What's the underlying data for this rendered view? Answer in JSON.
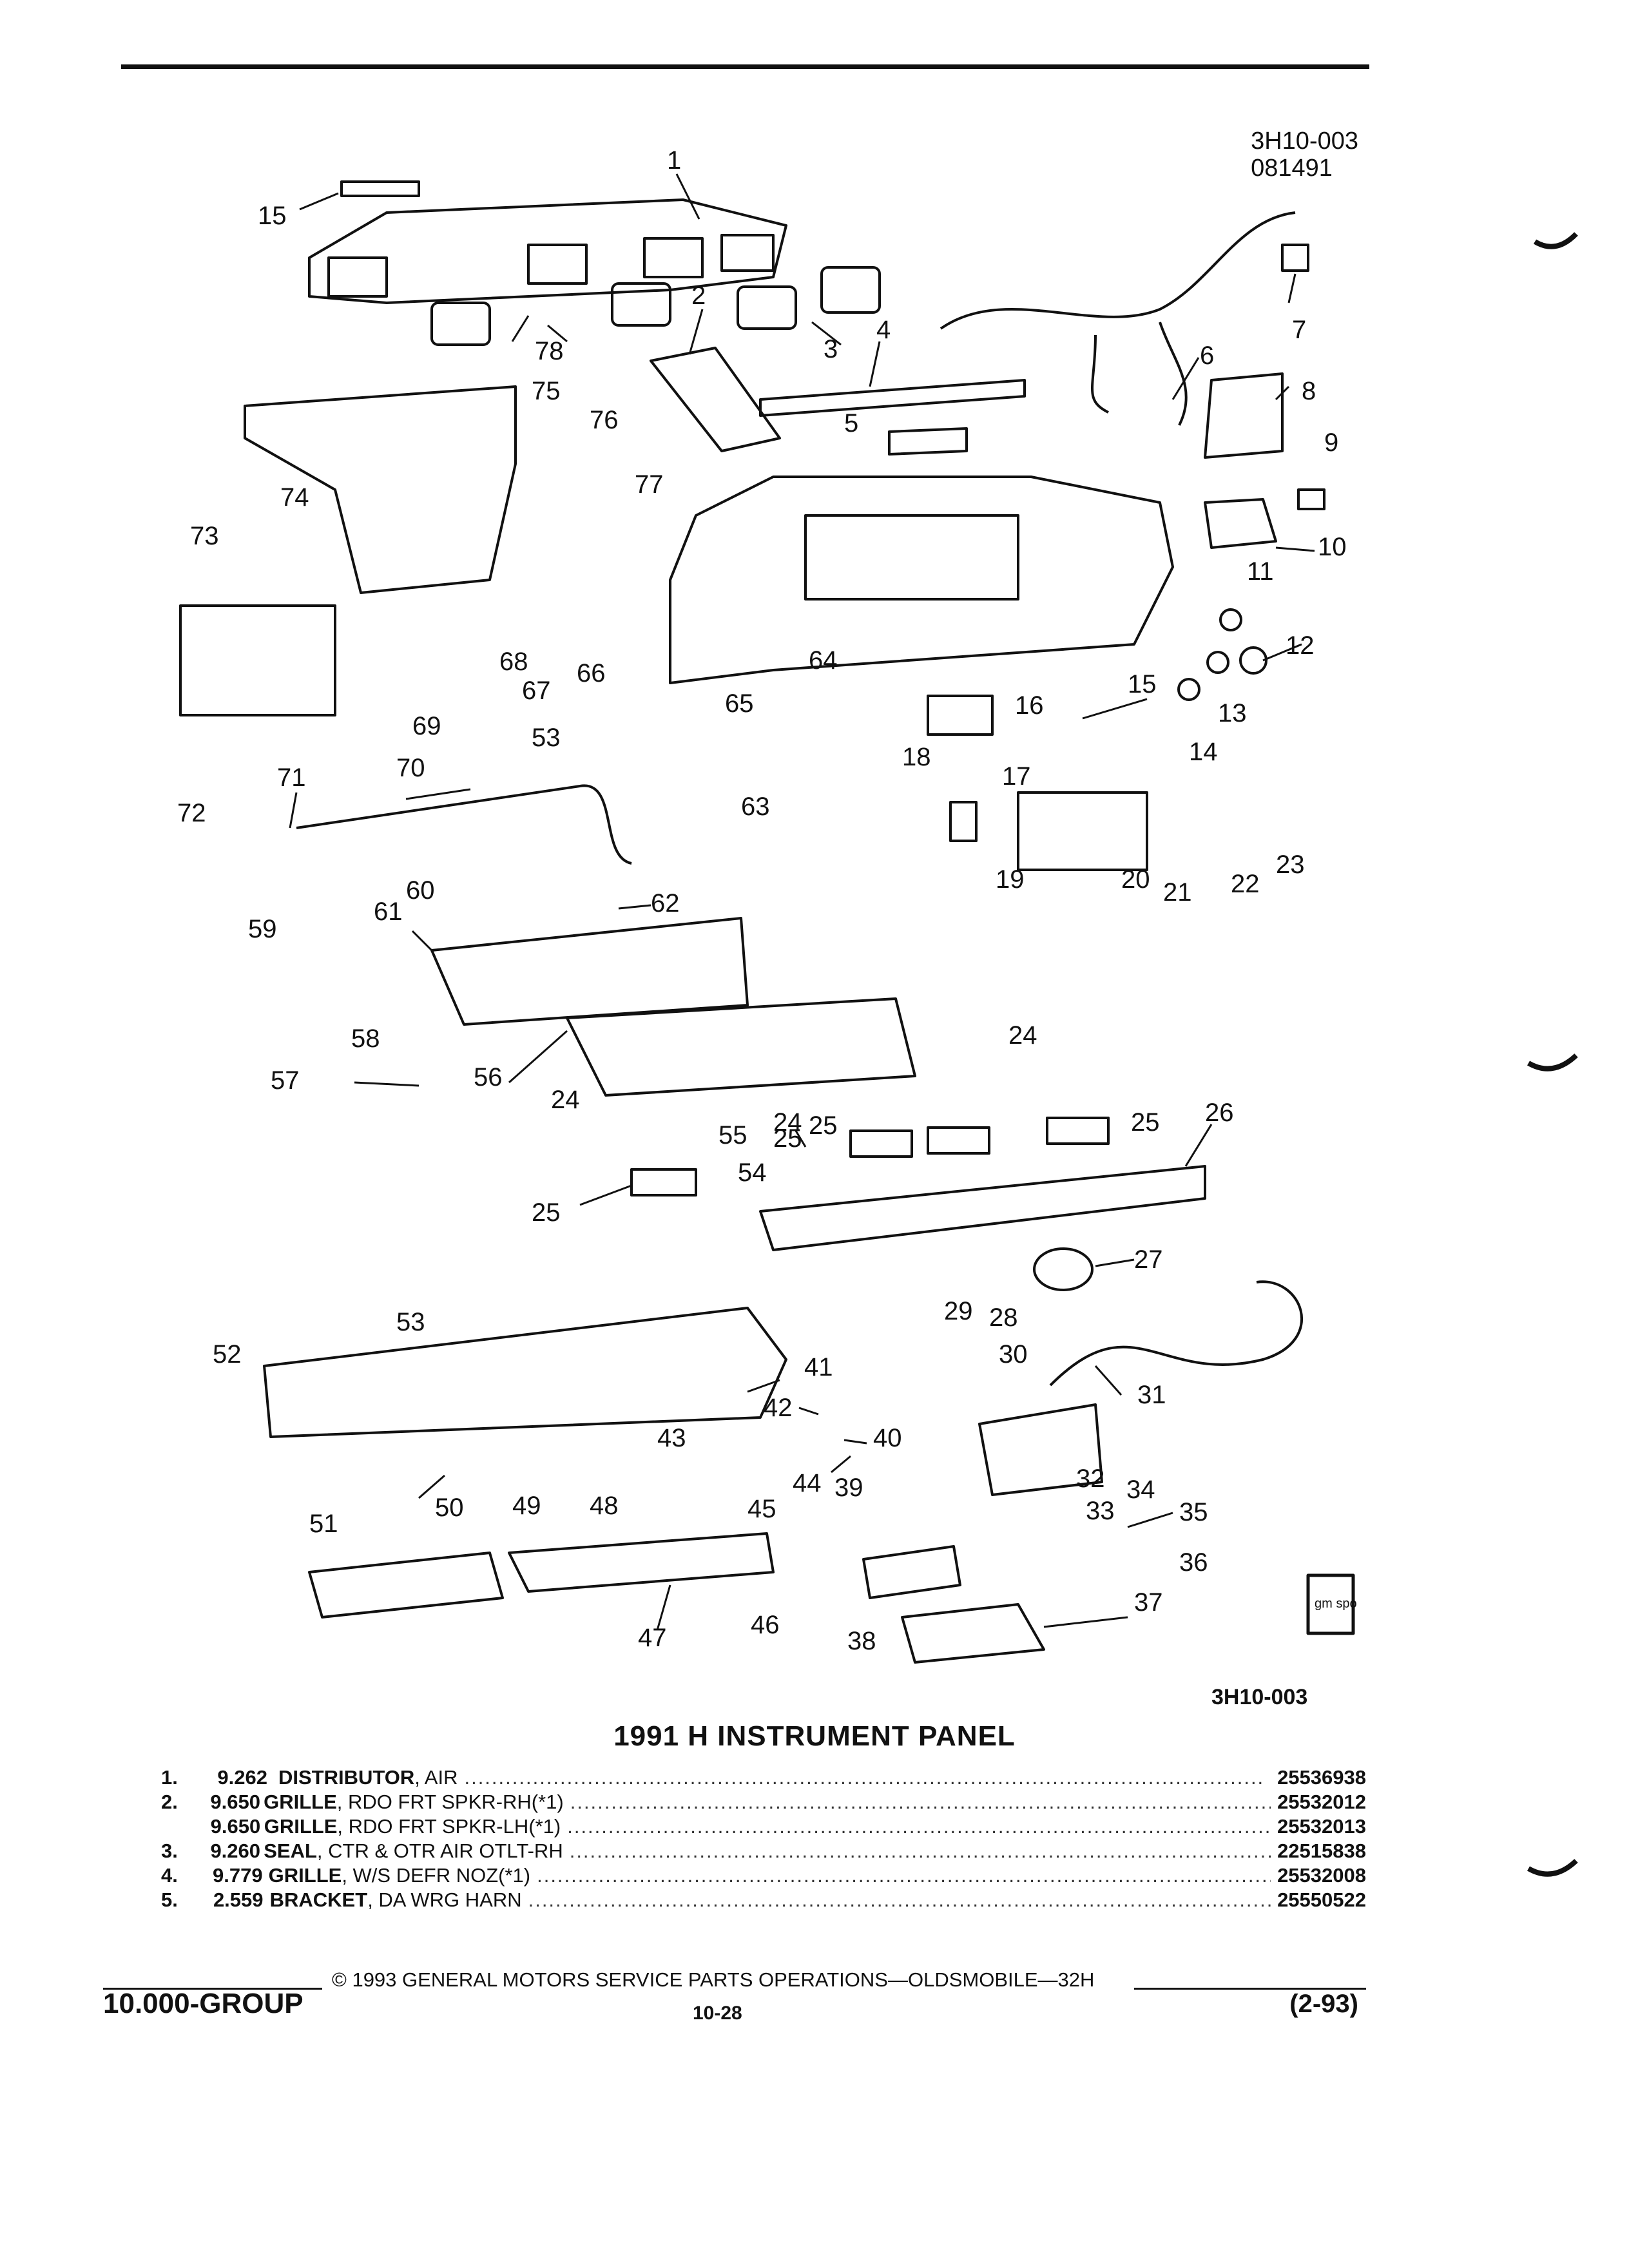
{
  "header": {
    "figure_code": "3H10-003",
    "date_code": "081491"
  },
  "diagram": {
    "callouts": [
      "1",
      "2",
      "3",
      "4",
      "5",
      "6",
      "7",
      "8",
      "9",
      "10",
      "11",
      "12",
      "13",
      "14",
      "15",
      "15",
      "16",
      "17",
      "18",
      "19",
      "20",
      "21",
      "22",
      "23",
      "24",
      "24",
      "24",
      "25",
      "25",
      "25",
      "25",
      "26",
      "27",
      "28",
      "29",
      "30",
      "31",
      "32",
      "33",
      "34",
      "35",
      "36",
      "37",
      "38",
      "39",
      "40",
      "41",
      "42",
      "43",
      "44",
      "45",
      "46",
      "47",
      "48",
      "49",
      "50",
      "51",
      "52",
      "53",
      "53",
      "54",
      "55",
      "56",
      "57",
      "58",
      "59",
      "60",
      "61",
      "62",
      "63",
      "64",
      "65",
      "66",
      "67",
      "68",
      "69",
      "70",
      "71",
      "72",
      "73",
      "74",
      "75",
      "76",
      "77",
      "78"
    ],
    "logo_text": "gm spo",
    "figure_id": "3H10-003"
  },
  "title": "1991 H INSTRUMENT PANEL",
  "parts": [
    {
      "num": "1.",
      "code": "9.262",
      "name": "DISTRIBUTOR",
      "detail": ", AIR",
      "part_number": "25536938"
    },
    {
      "num": "2.",
      "code": "9.650",
      "name": "GRILLE",
      "detail": ", RDO FRT SPKR-RH(*1)",
      "part_number": "25532012"
    },
    {
      "num": "",
      "code": "9.650",
      "name": "GRILLE",
      "detail": ", RDO FRT SPKR-LH(*1)",
      "part_number": "25532013"
    },
    {
      "num": "3.",
      "code": "9.260",
      "name": "SEAL",
      "detail": ", CTR & OTR AIR OTLT-RH",
      "part_number": "22515838"
    },
    {
      "num": "4.",
      "code": "9.779",
      "name": "GRILLE",
      "detail": ", W/S DEFR NOZ(*1)",
      "part_number": "25532008"
    },
    {
      "num": "5.",
      "code": "2.559",
      "name": "BRACKET",
      "detail": ", DA WRG HARN",
      "part_number": "25550522"
    }
  ],
  "footer": {
    "copyright": "© 1993 GENERAL MOTORS SERVICE PARTS OPERATIONS—OLDSMOBILE—32H",
    "group": "10.000-GROUP",
    "page": "10-28",
    "revision": "(2-93)"
  },
  "colors": {
    "ink": "#111111",
    "paper": "#ffffff"
  }
}
